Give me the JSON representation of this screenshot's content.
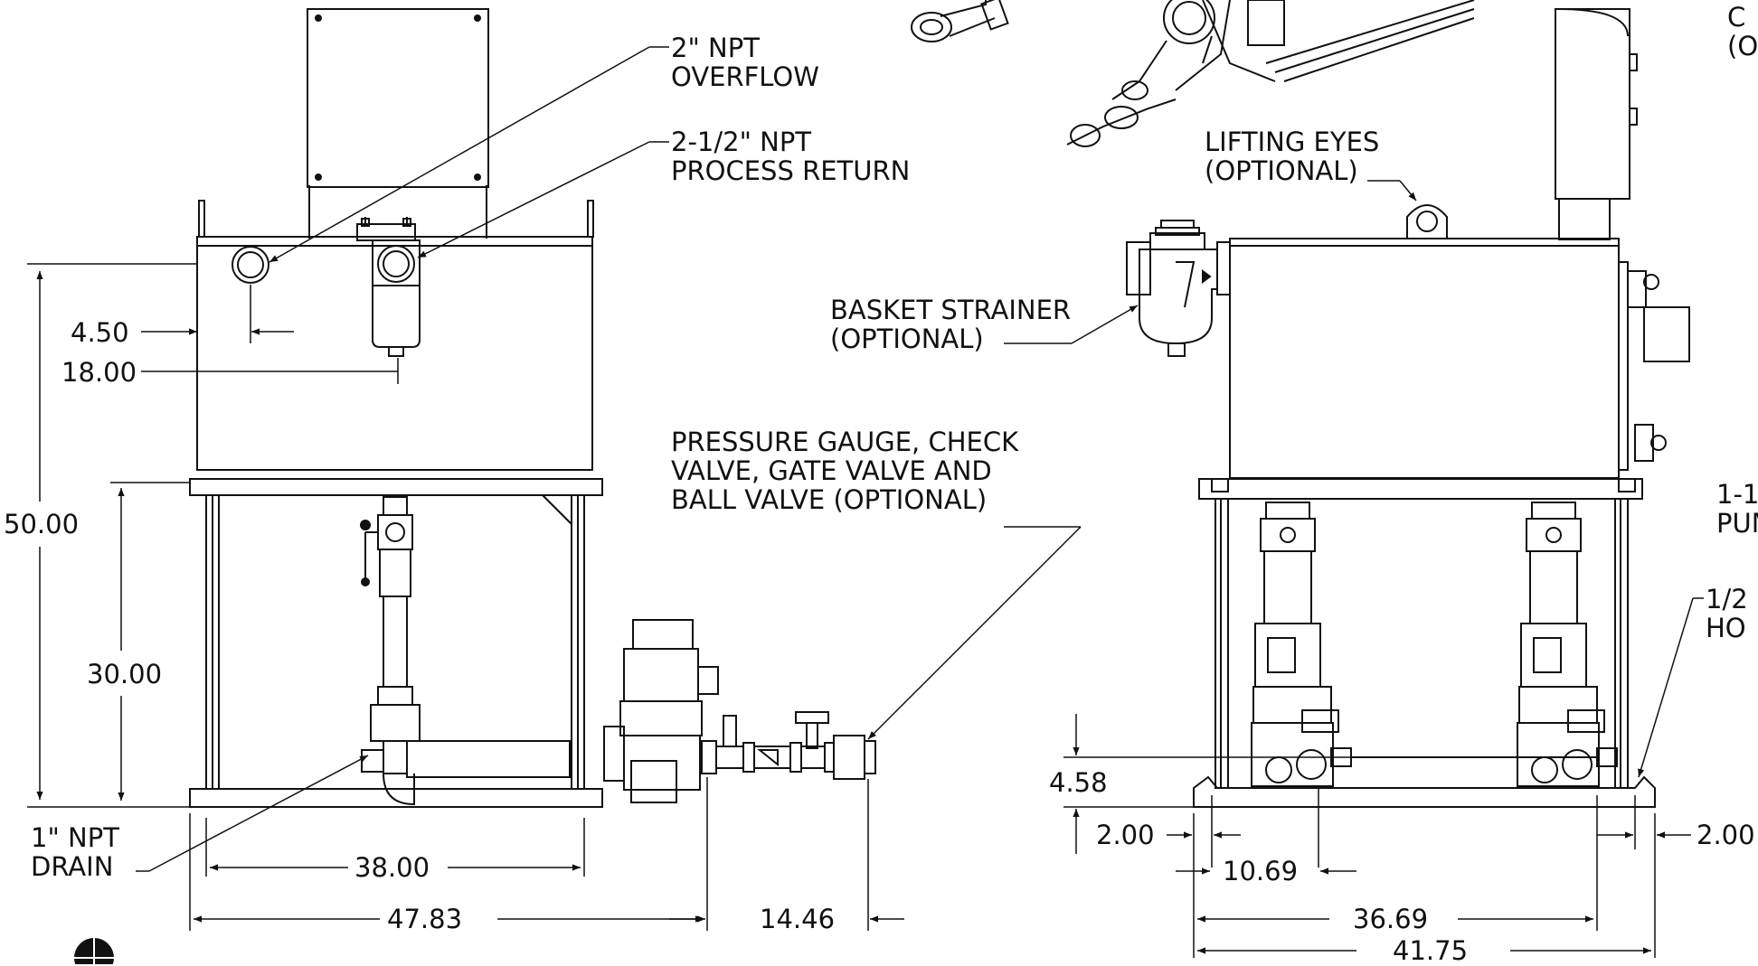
{
  "callouts": {
    "overflow": "2\" NPT\nOVERFLOW",
    "process_return": "2-1/2\" NPT\nPROCESS RETURN",
    "lifting_eyes": "LIFTING EYES\n(OPTIONAL)",
    "basket_strainer": "BASKET STRAINER\n(OPTIONAL)",
    "valves": "PRESSURE GAUGE, CHECK\nVALVE, GATE VALVE AND\nBALL VALVE (OPTIONAL)",
    "drain": "1\" NPT\nDRAIN",
    "top_right_clip": "C\n(O",
    "right_clip_pump": "1-1,\nPUM",
    "right_clip_hole": "1/2\nHO"
  },
  "dimensions": {
    "d_4_50": "4.50",
    "d_18_00": "18.00",
    "d_50_00": "50.00",
    "d_30_00": "30.00",
    "d_38_00": "38.00",
    "d_47_83": "47.83",
    "d_14_46": "14.46",
    "d_4_58": "4.58",
    "d_2_00_left": "2.00",
    "d_10_69": "10.69",
    "d_36_69": "36.69",
    "d_41_75": "41.75",
    "d_2_00_right": "2.00"
  }
}
